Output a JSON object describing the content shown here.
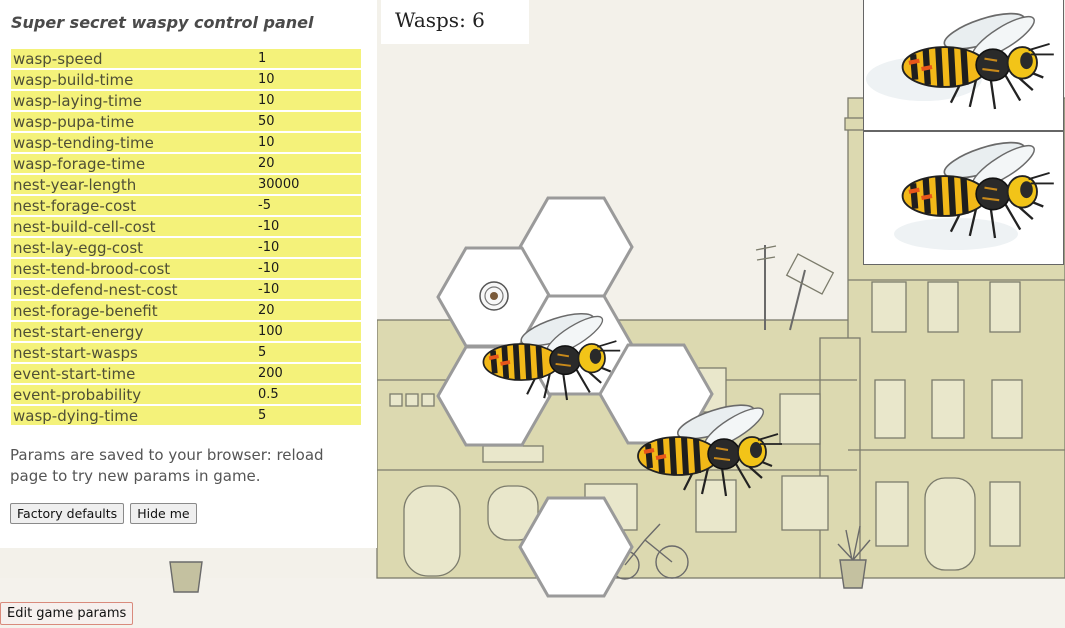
{
  "panel": {
    "title": "Super secret waspy control panel",
    "params": [
      {
        "key": "wasp-speed",
        "value": "1"
      },
      {
        "key": "wasp-build-time",
        "value": "10"
      },
      {
        "key": "wasp-laying-time",
        "value": "10"
      },
      {
        "key": "wasp-pupa-time",
        "value": "50"
      },
      {
        "key": "wasp-tending-time",
        "value": "10"
      },
      {
        "key": "wasp-forage-time",
        "value": "20"
      },
      {
        "key": "nest-year-length",
        "value": "30000"
      },
      {
        "key": "nest-forage-cost",
        "value": "-5"
      },
      {
        "key": "nest-build-cell-cost",
        "value": "-10"
      },
      {
        "key": "nest-lay-egg-cost",
        "value": "-10"
      },
      {
        "key": "nest-tend-brood-cost",
        "value": "-10"
      },
      {
        "key": "nest-defend-nest-cost",
        "value": "-10"
      },
      {
        "key": "nest-forage-benefit",
        "value": "20"
      },
      {
        "key": "nest-start-energy",
        "value": "100"
      },
      {
        "key": "nest-start-wasps",
        "value": "5"
      },
      {
        "key": "event-start-time",
        "value": "200"
      },
      {
        "key": "event-probability",
        "value": "0.5"
      },
      {
        "key": "wasp-dying-time",
        "value": "5"
      }
    ],
    "note": "Params are saved to your browser: reload page to try new params in game.",
    "factory_defaults_label": "Factory defaults",
    "hide_label": "Hide me"
  },
  "hud": {
    "wasps_label": "Wasps: 6"
  },
  "edit_button_label": "Edit game params",
  "colors": {
    "param_row_bg": "#f4f27a",
    "wasp_yellow": "#f2c418",
    "wasp_orange": "#e8561a",
    "building_fill": "#dcd9b0",
    "edit_button_border": "#d98a7c"
  },
  "icons": {
    "wasp": "wasp-icon",
    "egg": "egg-icon",
    "hex_cell": "hex-cell-icon"
  }
}
